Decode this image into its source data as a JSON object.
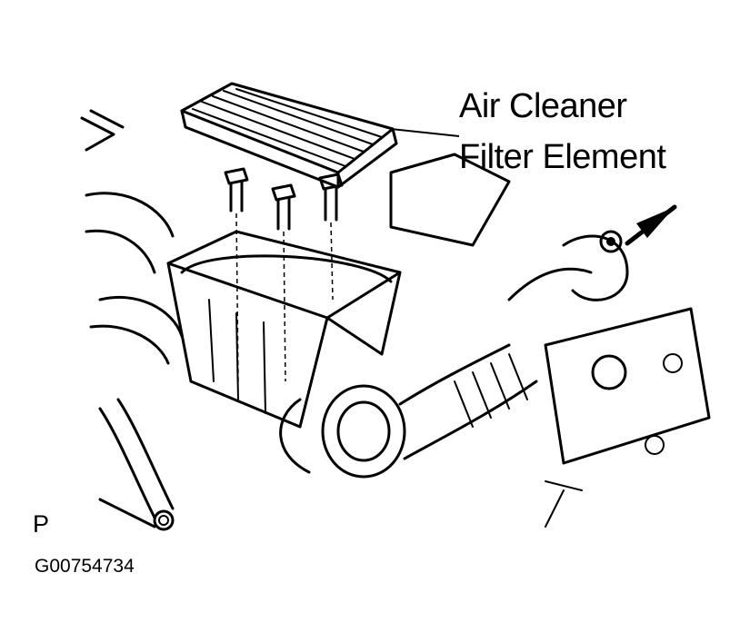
{
  "labels": {
    "callout_line1": "Air Cleaner",
    "callout_line2": "Filter Element",
    "view_letter": "P",
    "figure_code": "G00754734"
  },
  "colors": {
    "ink": "#000000",
    "background": "#ffffff"
  }
}
